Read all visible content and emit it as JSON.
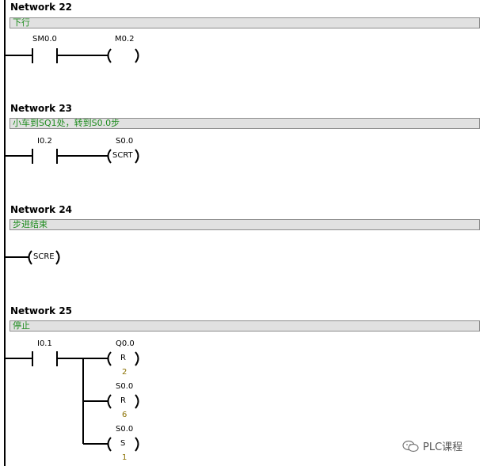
{
  "networks": [
    {
      "title": "Network 22",
      "comment": "下行",
      "contacts": [
        "SM0.0"
      ],
      "coil": {
        "operand": "M0.2",
        "symbol": ""
      }
    },
    {
      "title": "Network 23",
      "comment": "小车到SQ1处，转到S0.0步",
      "contacts": [
        "I0.2"
      ],
      "coil": {
        "operand": "S0.0",
        "symbol": "SCRT"
      }
    },
    {
      "title": "Network 24",
      "comment": "步进结束",
      "coil": {
        "symbol": "SCRE"
      }
    },
    {
      "title": "Network 25",
      "comment": "停止",
      "contacts": [
        "I0.1"
      ],
      "coils": [
        {
          "operand": "Q0.0",
          "symbol": "R",
          "count": "2"
        },
        {
          "operand": "S0.0",
          "symbol": "R",
          "count": "6"
        },
        {
          "operand": "S0.0",
          "symbol": "S",
          "count": "1"
        }
      ]
    }
  ],
  "watermark": "PLC课程",
  "colors": {
    "comment_text": "#1e8c1e",
    "comment_bg": "#e1e1e1",
    "count_text": "#8a7000"
  }
}
